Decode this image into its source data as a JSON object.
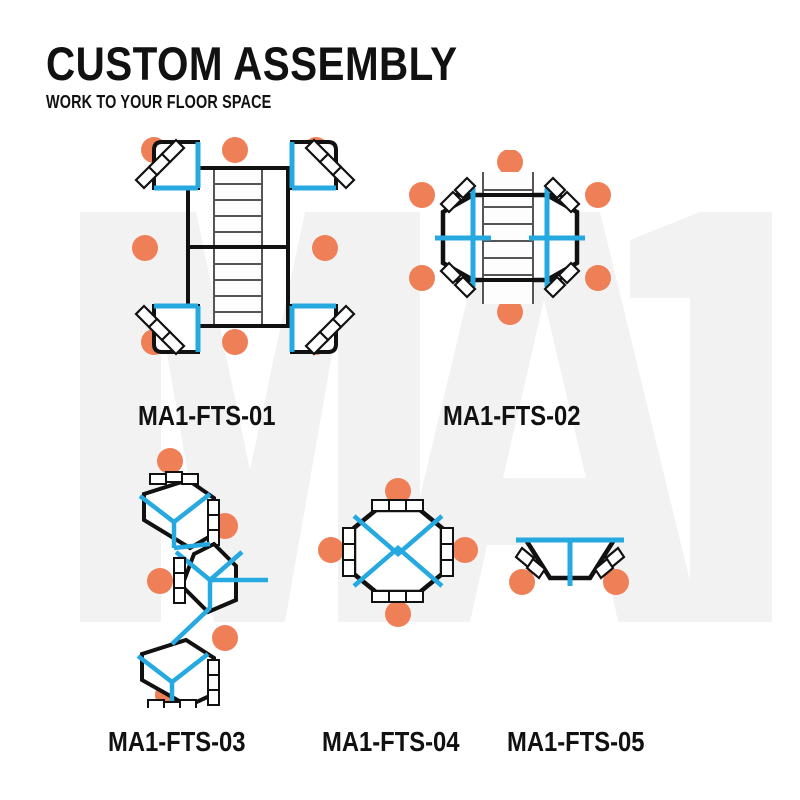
{
  "header": {
    "title": "CUSTOM ASSEMBLY",
    "subtitle": "WORK TO YOUR FLOOR SPACE"
  },
  "watermark": {
    "text": "MA1",
    "color": "#f2f2f2"
  },
  "palette": {
    "seat": "#ef7f57",
    "accent_cyan": "#26a9e0",
    "outline": "#111111",
    "panel_fill": "#ffffff",
    "spine_line": "#555555",
    "background": "#ffffff"
  },
  "layouts": [
    {
      "id": "dia-01",
      "label": "MA1-FTS-01",
      "seat_count": 8,
      "shape": "rectangular-four-corner-cluster",
      "description": "Four corner L-desks around a central spine"
    },
    {
      "id": "dia-02",
      "label": "MA1-FTS-02",
      "seat_count": 6,
      "shape": "octagonal-cluster",
      "description": "Octagonal pod with central spine and cyan cross rails"
    },
    {
      "id": "dia-03",
      "label": "MA1-FTS-03",
      "seat_count": 6,
      "shape": "zigzag-chain",
      "description": "Chevron chain of three pods with Y connectors"
    },
    {
      "id": "dia-04",
      "label": "MA1-FTS-04",
      "seat_count": 4,
      "shape": "four-person-pod",
      "description": "Square pod with X cross configuration"
    },
    {
      "id": "dia-05",
      "label": "MA1-FTS-05",
      "seat_count": 2,
      "shape": "two-person-wedge",
      "description": "Two-person V wedge with cyan rail"
    }
  ]
}
